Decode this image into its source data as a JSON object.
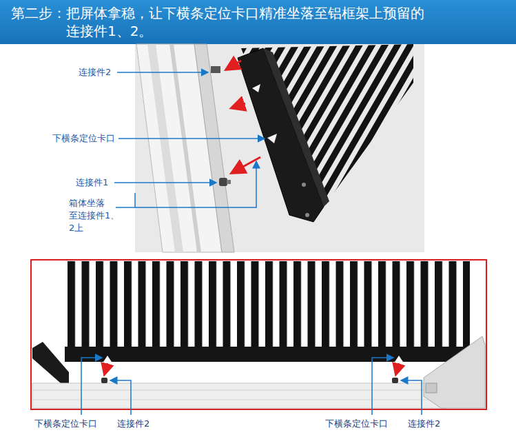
{
  "diagram": {
    "title": "第二步：把屏体拿稳，让下横条定位卡口精准坐落至铝框架上预留的 连接件1、2。",
    "labels": [
      "连接件2",
      "下横条定位卡口",
      "连接件1",
      "箱体坐落 至连接件1、2上",
      "下横条定位卡口",
      "连接件2",
      "下横条定位卡口",
      "连接件2"
    ]
  }
}
